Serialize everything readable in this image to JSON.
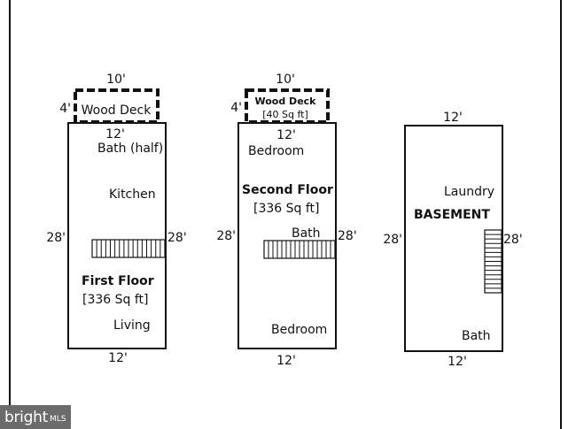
{
  "first_floor": {
    "deck_width": "10'",
    "deck_depth": "4'",
    "deck_label": "Wood Deck",
    "top_width": "12'",
    "bottom_width": "12'",
    "left_length": "28'",
    "right_length": "28'",
    "rooms": [
      "Bath (half)",
      "Kitchen",
      "Living"
    ],
    "title": "First Floor",
    "area": "[336 Sq ft]"
  },
  "second_floor": {
    "deck_width": "10'",
    "deck_depth": "4'",
    "deck_label": "Wood Deck",
    "deck_area": "[40 Sq ft]",
    "top_width": "12'",
    "bottom_width": "12'",
    "left_length": "28'",
    "right_length": "28'",
    "rooms": [
      "Bedroom",
      "Bath",
      "Bedroom"
    ],
    "title": "Second Floor",
    "area": "[336 Sq ft]"
  },
  "basement": {
    "top_width": "12'",
    "bottom_width": "12'",
    "left_length": "28'",
    "right_length": "28'",
    "rooms": [
      "Laundry",
      "Bath"
    ],
    "title": "BASEMENT"
  },
  "watermark": {
    "brand": "bright",
    "suffix": "MLS"
  }
}
